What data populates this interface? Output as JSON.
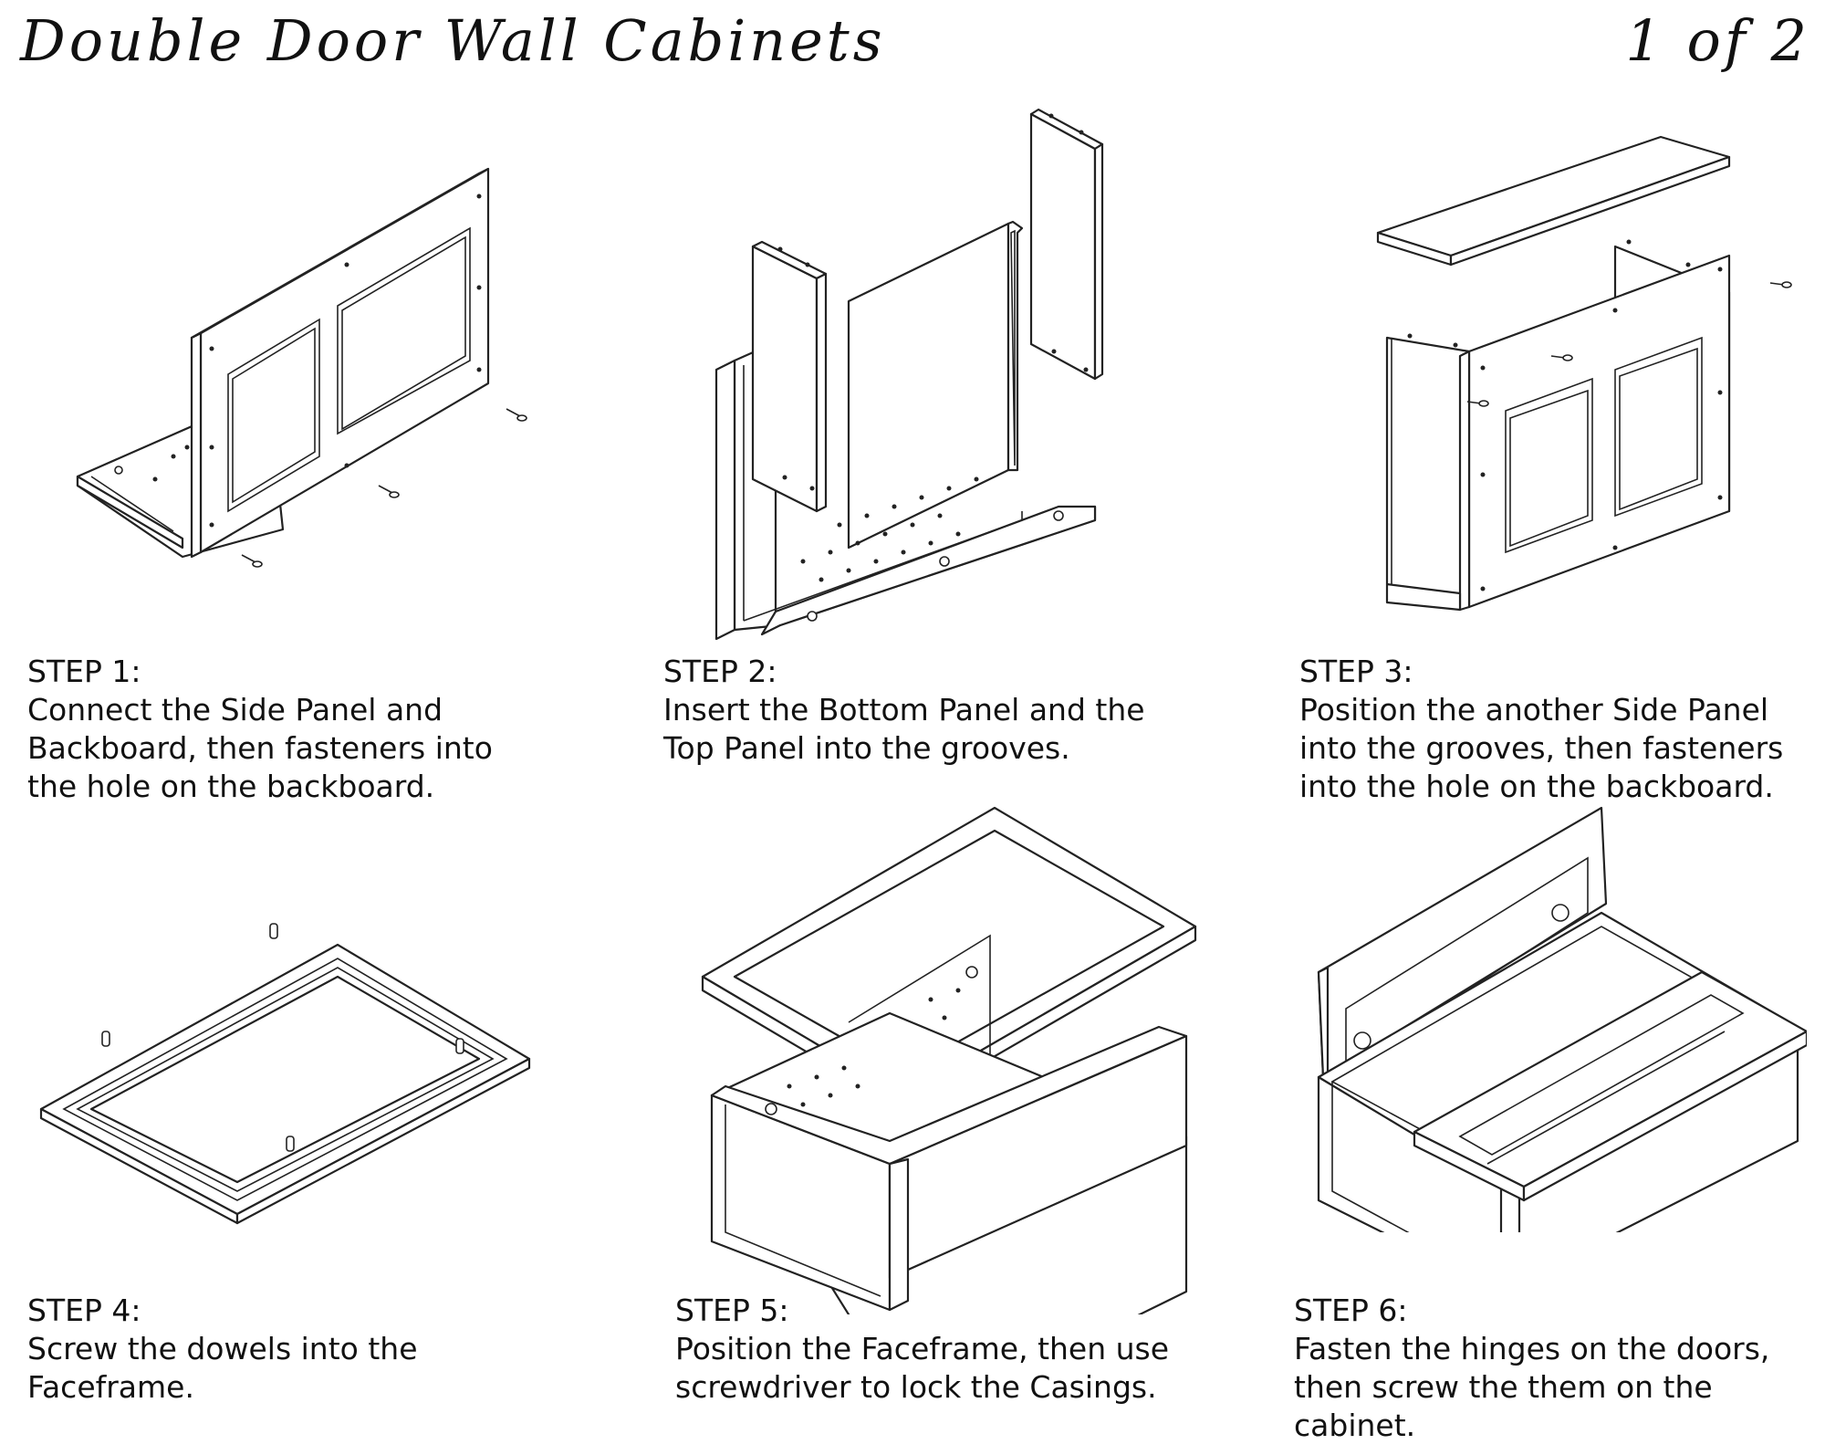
{
  "header": {
    "title": "Double Door Wall Cabinets",
    "page": "1 of 2"
  },
  "steps": [
    {
      "label": "STEP 1:",
      "description": "Connect the Side Panel and\nBackboard, then fasteners into\nthe hole on the backboard."
    },
    {
      "label": "STEP 2:",
      "description": "Insert the Bottom Panel and the\nTop Panel into the grooves."
    },
    {
      "label": "STEP 3:",
      "description": "Position the another Side Panel\ninto the grooves, then fasteners\ninto the hole on the backboard."
    },
    {
      "label": "STEP 4:",
      "description": "Screw the dowels into the\nFaceframe."
    },
    {
      "label": "STEP 5:",
      "description": "Position the Faceframe, then use\nscrewdriver to lock the Casings."
    },
    {
      "label": "STEP 6:",
      "description": "Fasten the hinges on the doors,\nthen screw the them on the\ncabinet."
    }
  ]
}
